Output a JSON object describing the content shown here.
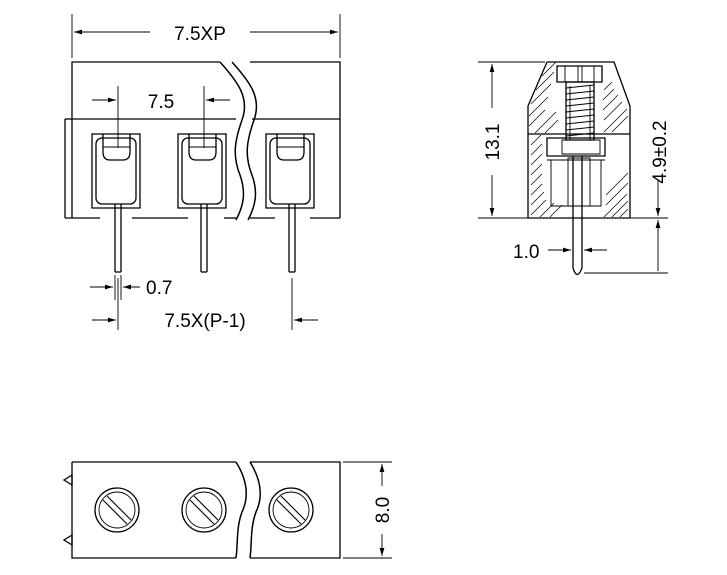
{
  "dimensions": {
    "overall_length": "7.5XP",
    "pitch": "7.5",
    "pin_width": "0.7",
    "pitch_span": "7.5X(P-1)",
    "height": "13.1",
    "pin_length": "4.9±0.2",
    "pin_thickness": "1.0",
    "depth": "8.0"
  }
}
